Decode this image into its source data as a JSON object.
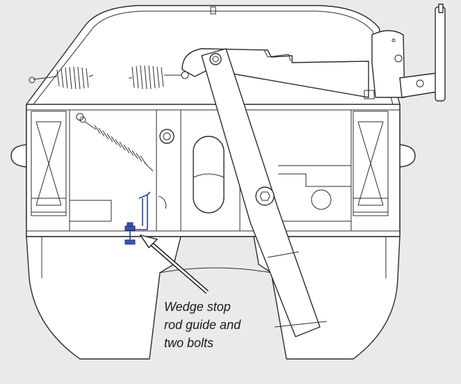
{
  "callout": {
    "lines": [
      "Wedge stop",
      "rod guide and",
      "two bolts"
    ]
  },
  "colors": {
    "background": "#eaeaea",
    "outline": "#2b2b2b",
    "highlight": "#3a52b8"
  }
}
